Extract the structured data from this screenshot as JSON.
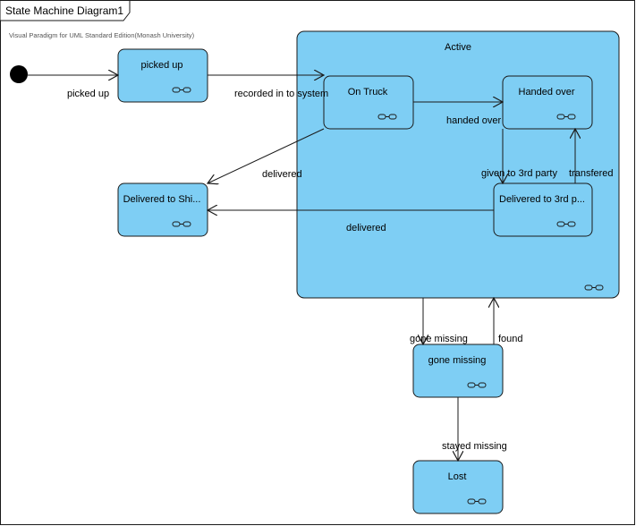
{
  "diagram": {
    "title": "State Machine Diagram1",
    "watermark": "Visual Paradigm for UML Standard Edition(Monash University)",
    "colors": {
      "state_fill": "#7ecef4",
      "stroke": "#1a1a1a",
      "text": "#000000"
    },
    "states": [
      {
        "id": "picked-up",
        "label": "picked up"
      },
      {
        "id": "active",
        "label": "Active"
      },
      {
        "id": "on-truck",
        "label": "On Truck"
      },
      {
        "id": "handed-over",
        "label": "Handed over"
      },
      {
        "id": "delivered-ship",
        "label": "Delivered to Shi..."
      },
      {
        "id": "delivered-3rd",
        "label": "Delivered to 3rd p..."
      },
      {
        "id": "gone-missing",
        "label": "gone missing"
      },
      {
        "id": "lost",
        "label": "Lost"
      }
    ],
    "transitions": [
      {
        "id": "t-initial",
        "label": "picked up"
      },
      {
        "id": "t-recorded",
        "label": "recorded in to system"
      },
      {
        "id": "t-handed-over",
        "label": "handed over"
      },
      {
        "id": "t-delivered-1",
        "label": "delivered"
      },
      {
        "id": "t-given-3rd",
        "label": "given to 3rd party"
      },
      {
        "id": "t-transfered",
        "label": "transfered"
      },
      {
        "id": "t-delivered-2",
        "label": "delivered"
      },
      {
        "id": "t-gone-missing",
        "label": "gone missing"
      },
      {
        "id": "t-found",
        "label": "found"
      },
      {
        "id": "t-stayed-missing",
        "label": "stayed missing"
      }
    ]
  }
}
